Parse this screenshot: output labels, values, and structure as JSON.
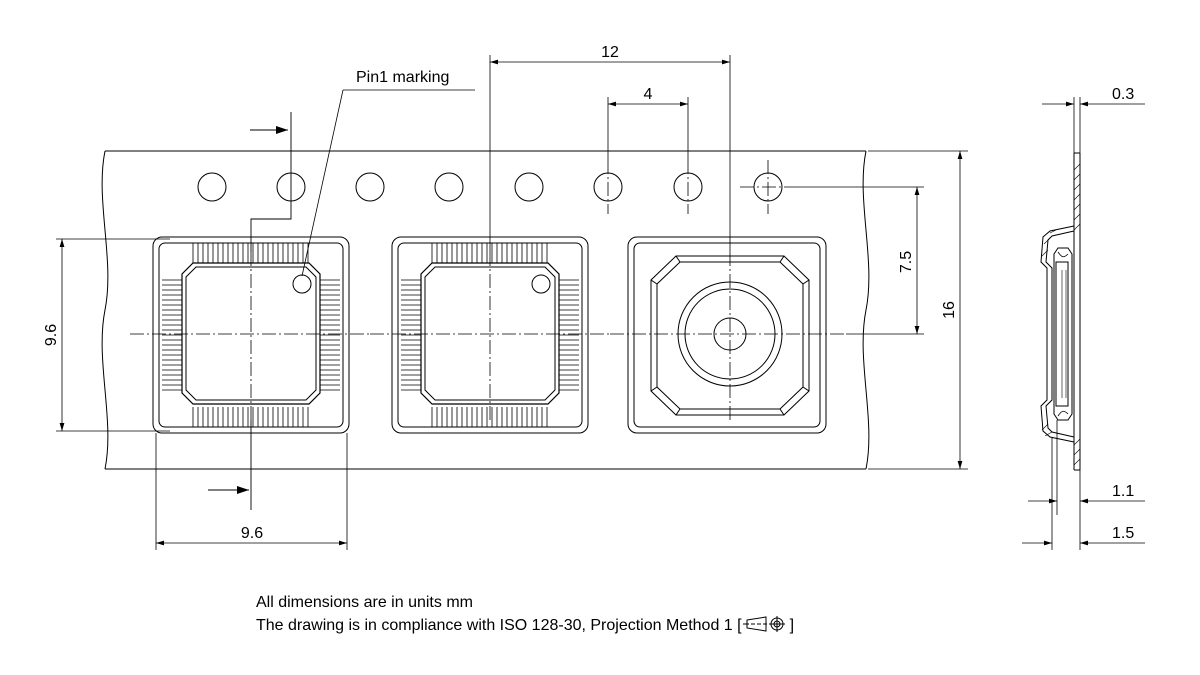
{
  "labels": {
    "pin1": "Pin1 marking",
    "pitch_pocket": "12",
    "pitch_hole": "4",
    "thickness": "0.3",
    "hole_offset": "7.5",
    "tape_width": "16",
    "pocket_height": "9.6",
    "pocket_width": "9.6",
    "depth_inner": "1.1",
    "depth_outer": "1.5"
  },
  "notes": {
    "line1": "All dimensions are in units mm",
    "line2_prefix": "The drawing is in compliance with ISO 128-30, Projection Method 1 [",
    "line2_suffix": "]"
  }
}
